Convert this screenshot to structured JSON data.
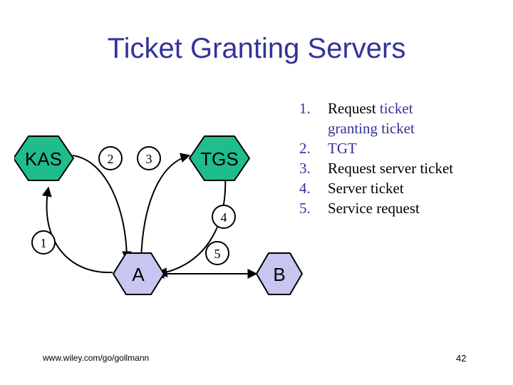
{
  "slide": {
    "title": "Ticket Granting Servers",
    "title_color": "#333399",
    "background": "#ffffff"
  },
  "steps": {
    "items": [
      {
        "number": "1.",
        "line1_black": "Request ",
        "line1_blue": "ticket",
        "line2_blue": "granting ticket",
        "full_text": "Request ticket granting ticket"
      },
      {
        "number": "2.",
        "line1_black": "",
        "line1_blue": "TGT",
        "line2_blue": "",
        "full_text": "TGT"
      },
      {
        "number": "3.",
        "line1_black": "Request server ticket",
        "line1_blue": "",
        "line2_blue": "",
        "full_text": "Request server ticket"
      },
      {
        "number": "4.",
        "line1_black": "Server ticket",
        "line1_blue": "",
        "line2_blue": "",
        "full_text": "Server ticket"
      },
      {
        "number": "5.",
        "line1_black": "Service request",
        "line1_blue": "",
        "line2_blue": "",
        "full_text": "Service request"
      }
    ],
    "number_color": "#333399",
    "text_color": "#000000"
  },
  "diagram": {
    "nodes": [
      {
        "id": "kas",
        "label": "KAS",
        "fill": "#1FBC8C",
        "stroke": "#000000"
      },
      {
        "id": "tgs",
        "label": "TGS",
        "fill": "#1FBC8C",
        "stroke": "#000000"
      },
      {
        "id": "a",
        "label": "A",
        "fill": "#C6C6F0",
        "stroke": "#000000"
      },
      {
        "id": "b",
        "label": "B",
        "fill": "#C6C6F0",
        "stroke": "#000000"
      }
    ],
    "edge_labels": [
      {
        "id": "edge-1",
        "label": "1",
        "from": "a",
        "to": "kas"
      },
      {
        "id": "edge-2",
        "label": "2",
        "from": "kas",
        "to": "a"
      },
      {
        "id": "edge-3",
        "label": "3",
        "from": "a",
        "to": "tgs"
      },
      {
        "id": "edge-4",
        "label": "4",
        "from": "tgs",
        "to": "a"
      },
      {
        "id": "edge-5",
        "label": "5",
        "from": "a",
        "to": "b"
      }
    ],
    "green_fill": "#1FBC8C",
    "lavender_fill": "#C6C6F0",
    "line_color": "#000000"
  },
  "footer": {
    "url": "www.wiley.com/go/gollmann",
    "page_number": "42"
  }
}
